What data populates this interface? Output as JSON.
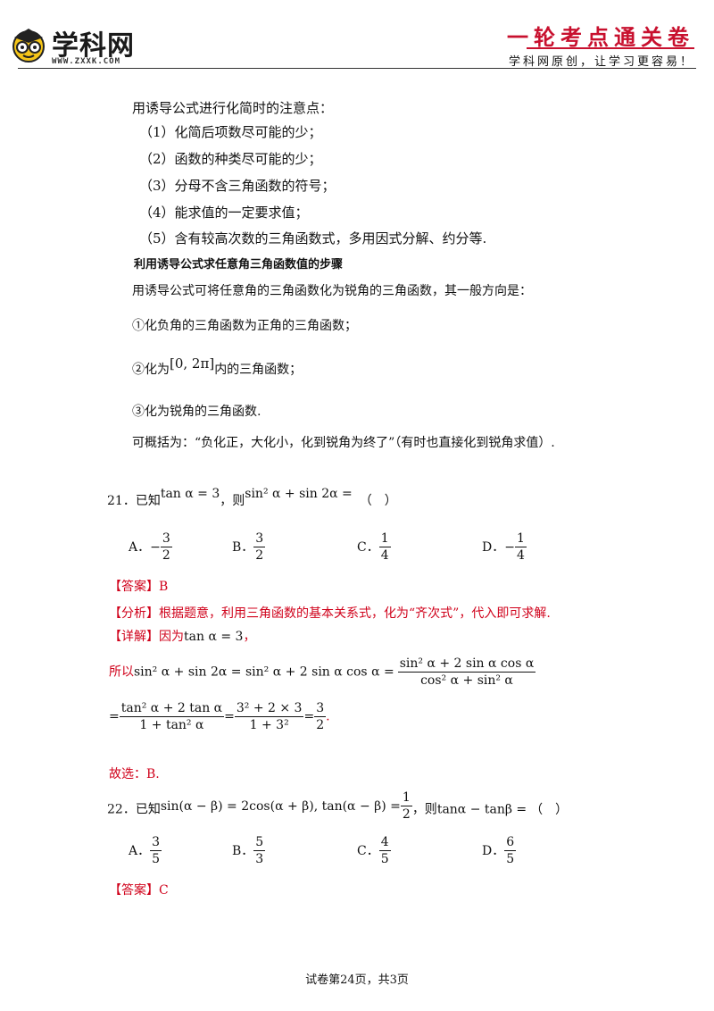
{
  "header": {
    "logo_text": "学科网",
    "logo_url": "WWW.ZXXK.COM",
    "title": "一轮考点通关卷",
    "slogan": "学科网原创，让学习更容易！"
  },
  "notes": {
    "intro": "用诱导公式进行化简时的注意点：",
    "items": [
      "（1）化简后项数尽可能的少；",
      "（2）函数的种类尽可能的少；",
      "（3）分母不含三角函数的符号；",
      "（4）能求值的一定要求值；",
      "（5）含有较高次数的三角函数式，多用因式分解、约分等."
    ]
  },
  "steps": {
    "heading": "利用诱导公式求任意角三角函数值的步骤",
    "intro": "用诱导公式可将任意角的三角函数化为锐角的三角函数，其一般方向是：",
    "step1": "①化负角的三角函数为正角的三角函数；",
    "step2_pre": "②化为",
    "step2_interval": "[0, 2π]",
    "step2_post": "内的三角函数；",
    "step3": "③化为锐角的三角函数.",
    "summary": "可概括为：“负化正，大化小，化到锐角为终了”（有时也直接化到锐角求值）."
  },
  "q21": {
    "number": "21．已知",
    "cond": "tan α = 3",
    "mid": "，则",
    "expr": "sin² α + sin 2α =",
    "paren": "（　）",
    "options": [
      {
        "label": "A．",
        "sign": "−",
        "num": "3",
        "den": "2"
      },
      {
        "label": "B．",
        "sign": "",
        "num": "3",
        "den": "2"
      },
      {
        "label": "C．",
        "sign": "",
        "num": "1",
        "den": "4"
      },
      {
        "label": "D．",
        "sign": "−",
        "num": "1",
        "den": "4"
      }
    ],
    "answer": "【答案】B",
    "analysis_tag": "【分析】",
    "analysis": "根据题意，利用三角函数的基本关系式，化为“齐次式”，代入即可求解.",
    "detail_tag": "【详解】",
    "detail_pre": "因为",
    "detail_cond": "tan α = 3",
    "detail_post": "，",
    "line1_pre": "所以",
    "line1_a": "sin² α + sin 2α = sin² α + 2 sin α cos α =",
    "line1_num": "sin² α + 2 sin α cos α",
    "line1_den": "cos² α + sin² α",
    "line2_eq": "=",
    "line2_num1": "tan² α + 2 tan α",
    "line2_den1": "1 + tan² α",
    "line2_num2": "3² + 2 × 3",
    "line2_den2": "1 + 3²",
    "line2_num3": "3",
    "line2_den3": "2",
    "line2_end": ".",
    "choose": "故选：B."
  },
  "q22": {
    "number": "22．已知",
    "cond": "sin(α − β) = 2cos(α + β), tan(α − β) =",
    "cond_num": "1",
    "cond_den": "2",
    "mid": "，则",
    "expr": "tanα − tanβ =",
    "paren": "（　）",
    "options": [
      {
        "label": "A．",
        "num": "3",
        "den": "5"
      },
      {
        "label": "B．",
        "num": "5",
        "den": "3"
      },
      {
        "label": "C．",
        "num": "4",
        "den": "5"
      },
      {
        "label": "D．",
        "num": "6",
        "den": "5"
      }
    ],
    "answer": "【答案】C"
  },
  "footer": "试卷第24页，共3页",
  "colors": {
    "accent_red": "#c8102e",
    "answer_red": "#d0021b",
    "logo_yellow": "#f5c518"
  }
}
